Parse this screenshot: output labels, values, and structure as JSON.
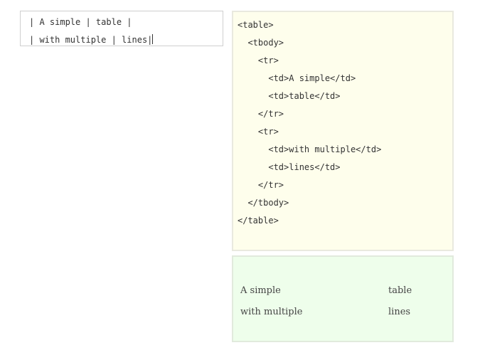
{
  "source": {
    "lines": [
      "| A simple | table |",
      "| with multiple | lines|"
    ]
  },
  "html_output": {
    "lines": [
      "<table>",
      "  <tbody>",
      "    <tr>",
      "      <td>A simple</td>",
      "      <td>table</td>",
      "    </tr>",
      "    <tr>",
      "      <td>with multiple</td>",
      "      <td>lines</td>",
      "    </tr>",
      "  </tbody>",
      "</table>"
    ]
  },
  "preview": {
    "rows": [
      [
        "A simple",
        "table"
      ],
      [
        "with multiple",
        "lines"
      ]
    ]
  }
}
